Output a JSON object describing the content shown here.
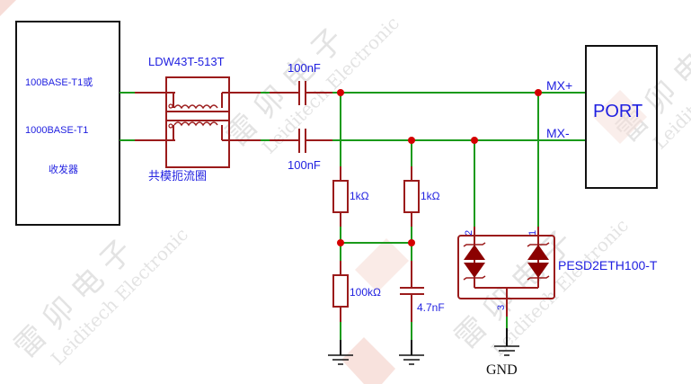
{
  "diagram": {
    "type": "circuit-schematic",
    "colors": {
      "wire": "#1a9a1a",
      "component": "#9b1b1b",
      "junction": "#d40000",
      "label": "#1f1fe0",
      "box_outline": "#111111",
      "gnd_text": "#111111"
    },
    "transceiver": {
      "line1": "100BASE-T1或",
      "line2": "1000BASE-T1",
      "line3": "收发器"
    },
    "choke": {
      "part_number": "LDW43T-513T",
      "name": "共模扼流圈"
    },
    "capacitors": {
      "c_top": "100nF",
      "c_bottom": "100nF",
      "c_filter": "4.7nF"
    },
    "resistors": {
      "r1": "1kΩ",
      "r2": "1kΩ",
      "r3": "100kΩ"
    },
    "tvs": {
      "part_number": "PESD2ETH100-T",
      "pin1": "1",
      "pin2": "2",
      "pin3": "3"
    },
    "nets": {
      "mx_plus": "MX+",
      "mx_minus": "MX-",
      "gnd": "GND"
    },
    "port": {
      "label": "PORT"
    },
    "watermark": {
      "cn": "雷 卯 电 子",
      "en": "Leiditech Electronic"
    }
  }
}
